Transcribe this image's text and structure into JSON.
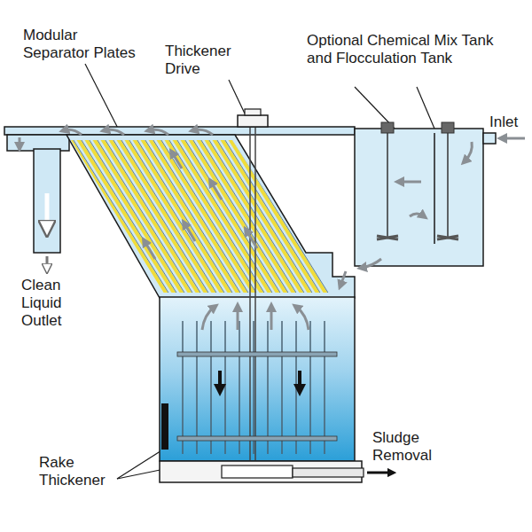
{
  "diagram": {
    "labels": [
      "Modular Separator Plates",
      "Thickener Drive",
      "Optional Chemical Mix Tank and Flocculation Tank",
      "Inlet",
      "Clean Liquid Outlet",
      "Rake Thickener",
      "Sludge Removal"
    ]
  }
}
